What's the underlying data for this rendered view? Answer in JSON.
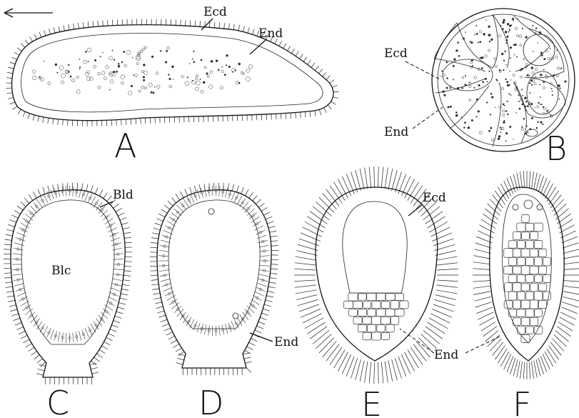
{
  "figure": {
    "background": "#ffffff",
    "ink": "#111111",
    "panels": [
      {
        "id": "A",
        "letter": "A",
        "labels": [
          "Ecd",
          "End"
        ],
        "arrow": "left-arrow-icon"
      },
      {
        "id": "B",
        "letter": "B",
        "labels": [
          "Ecd",
          "End"
        ]
      },
      {
        "id": "C",
        "letter": "C",
        "labels": [
          "Bld",
          "Blc"
        ]
      },
      {
        "id": "D",
        "letter": "D",
        "labels": [
          "End"
        ]
      },
      {
        "id": "E",
        "letter": "E",
        "labels": [
          "Ecd"
        ]
      },
      {
        "id": "F",
        "letter": "F",
        "labels": []
      }
    ],
    "shared_label": "End"
  }
}
